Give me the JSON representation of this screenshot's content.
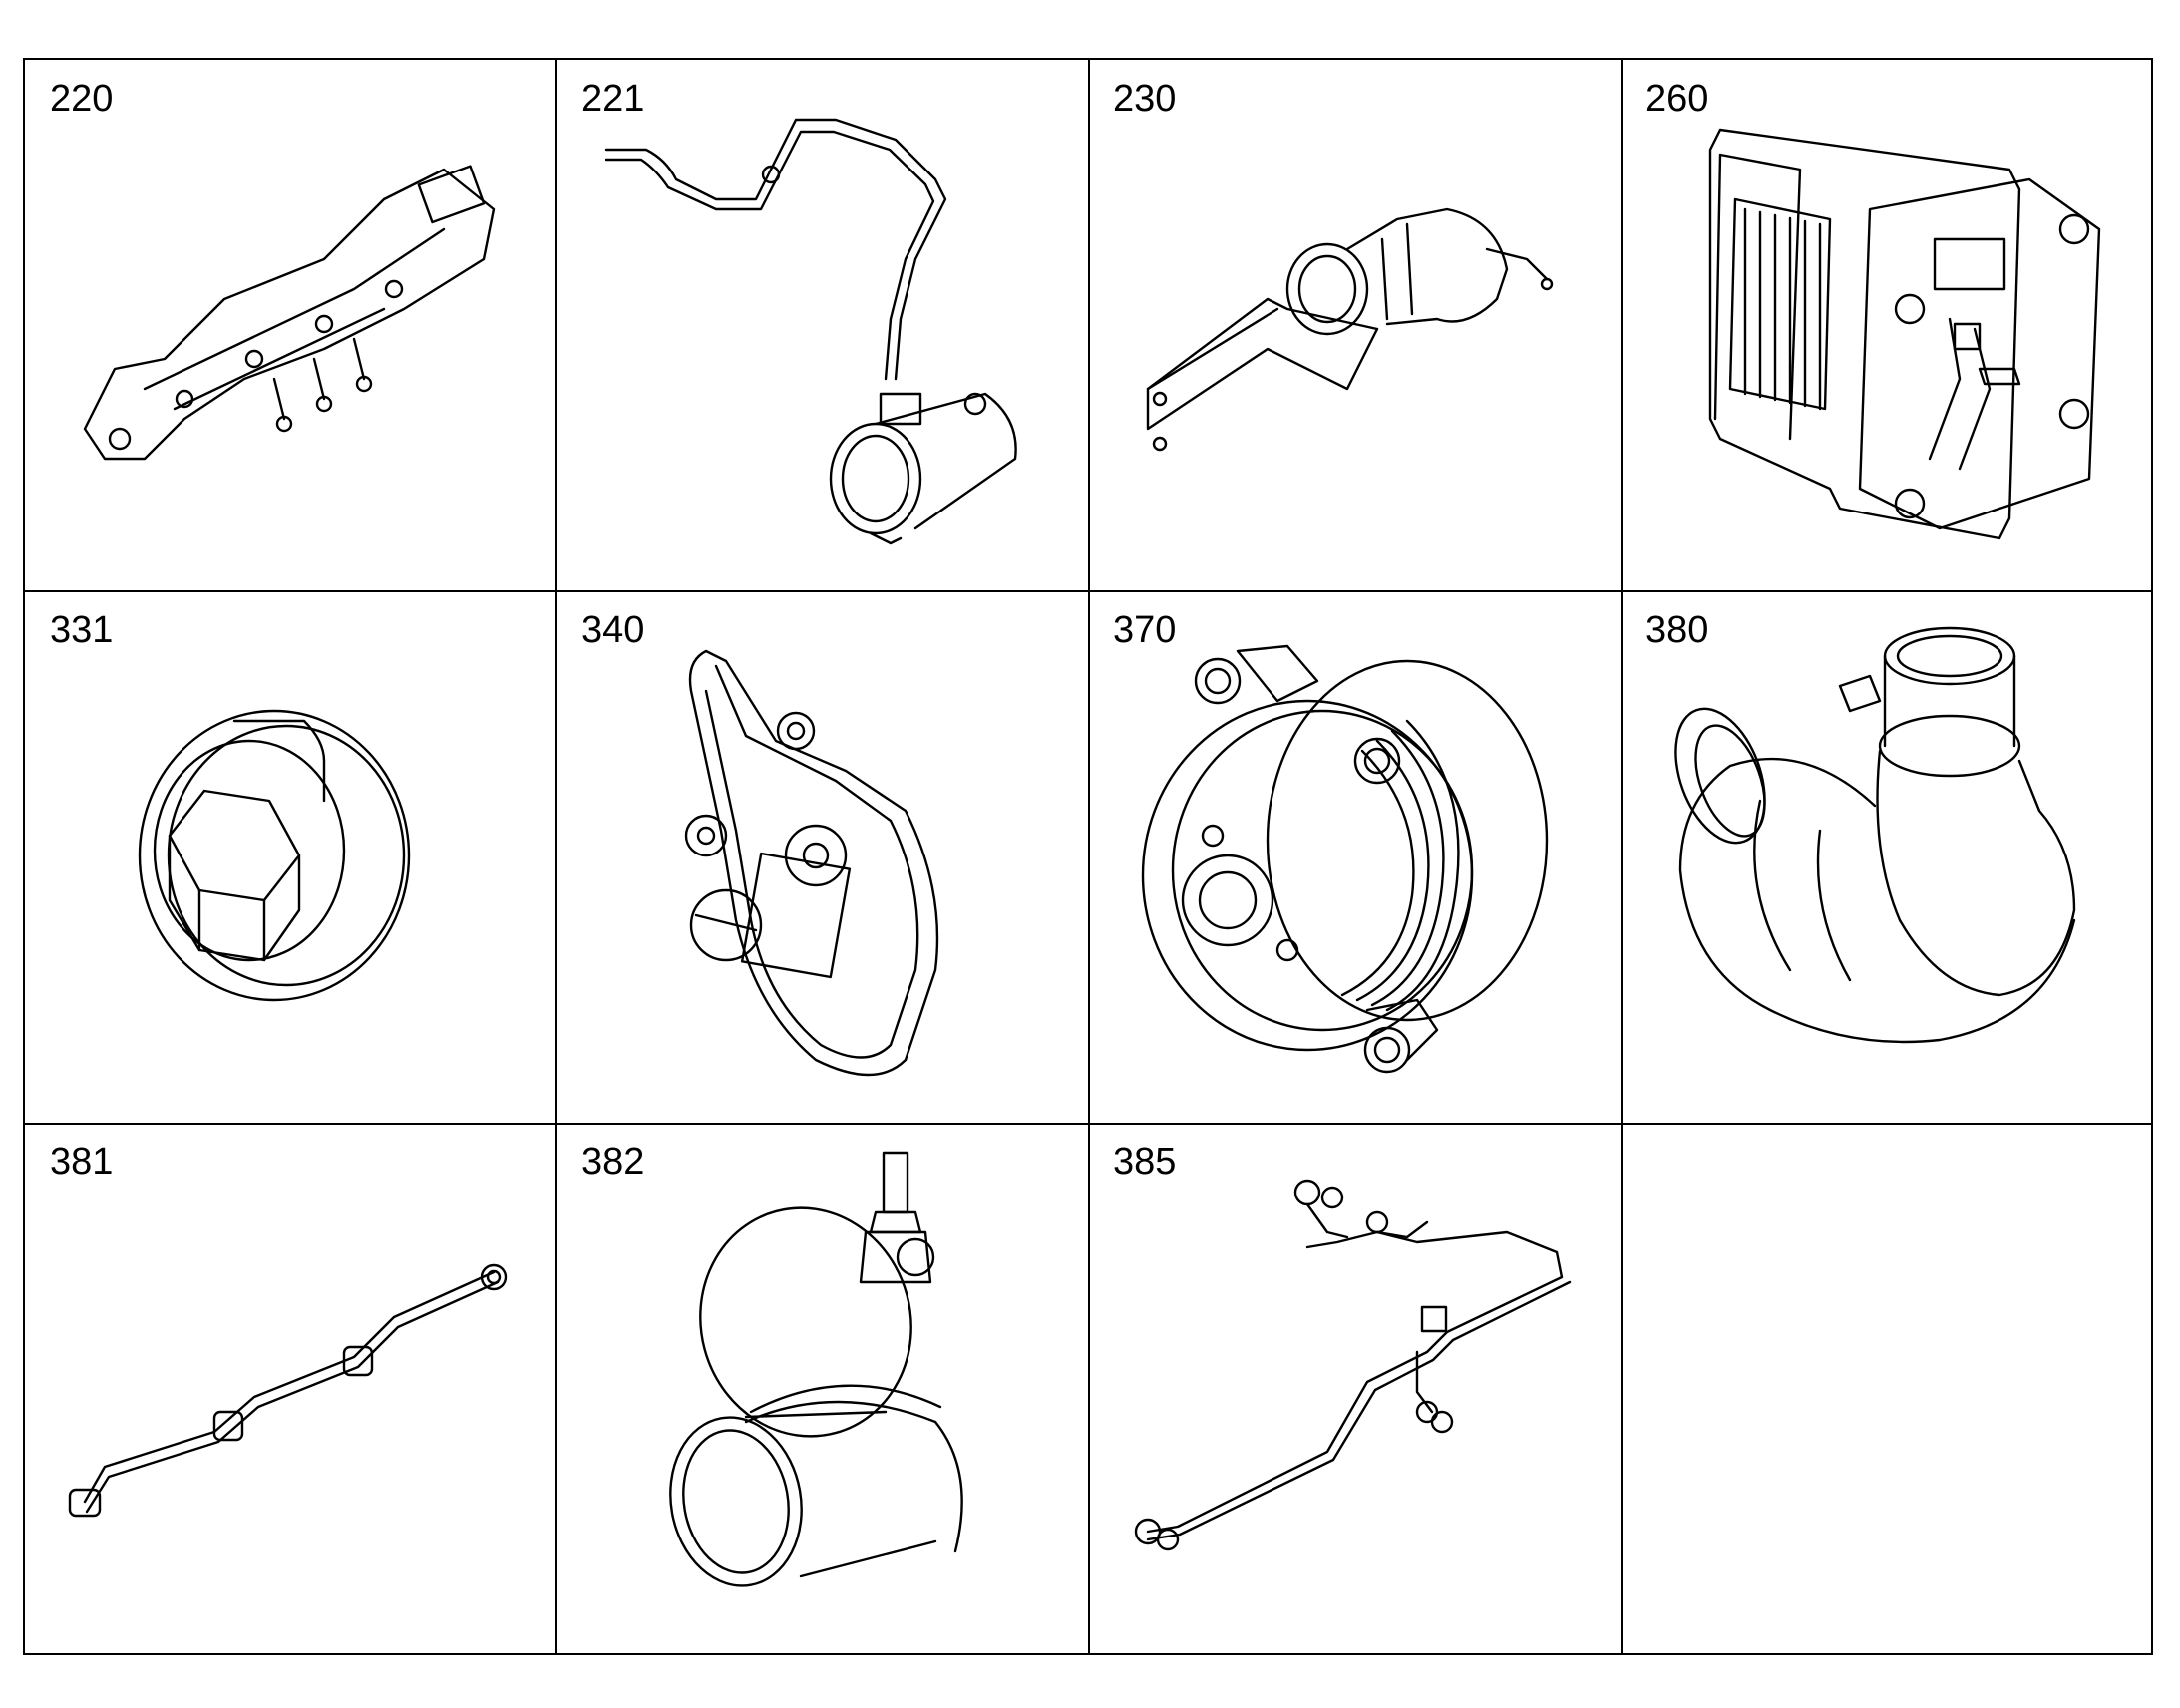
{
  "parts": [
    {
      "number": "220",
      "icon": "intake-manifold-icon"
    },
    {
      "number": "221",
      "icon": "hose-with-connector-icon"
    },
    {
      "number": "230",
      "icon": "elbow-pipe-with-bracket-icon"
    },
    {
      "number": "260",
      "icon": "cooler-unit-icon"
    },
    {
      "number": "331",
      "icon": "plug-with-flange-icon"
    },
    {
      "number": "340",
      "icon": "belt-tensioner-icon"
    },
    {
      "number": "370",
      "icon": "water-pump-icon"
    },
    {
      "number": "380",
      "icon": "turbocharger-housing-icon"
    },
    {
      "number": "381",
      "icon": "pipe-with-connectors-icon"
    },
    {
      "number": "382",
      "icon": "elbow-housing-icon"
    },
    {
      "number": "385",
      "icon": "pipe-assembly-icon"
    },
    {
      "number": "",
      "icon": ""
    }
  ]
}
